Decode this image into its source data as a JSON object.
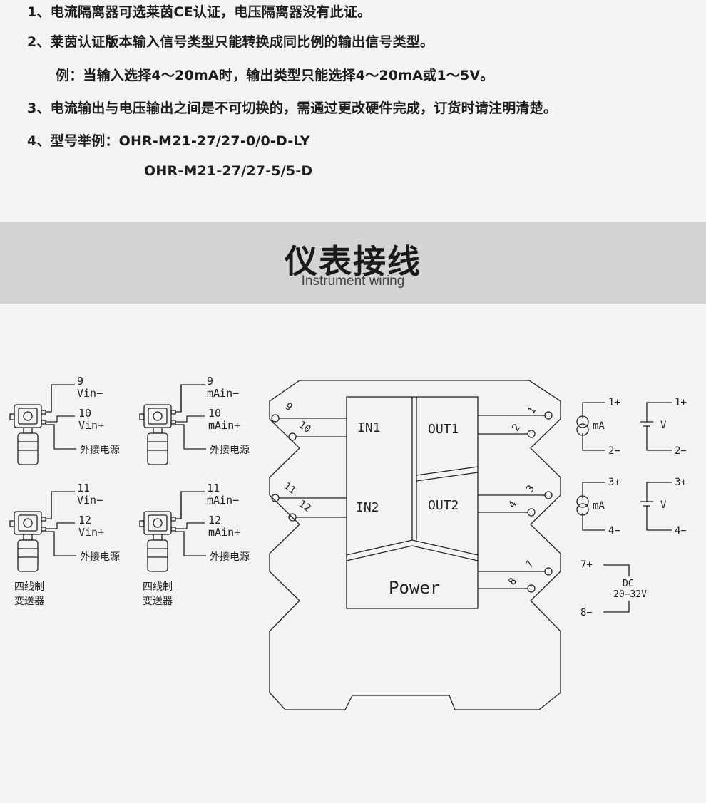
{
  "notes": [
    "1、电流隔离器可选莱茵CE认证，电压隔离器没有此证。",
    "2、莱茵认证版本输入信号类型只能转换成同比例的输出信号类型。",
    "例：当输入选择4～20mA时，输出类型只能选择4～20mA或1～5V。",
    "3、电流输出与电压输出之间是不可切换的，需通过更改硬件完成，订货时请注明清楚。",
    "4、型号举例：OHR-M21-27/27-0/0-D-LY",
    "OHR-M21-27/27-5/5-D"
  ],
  "banner": {
    "title": "仪表接线",
    "subtitle": "Instrument wiring"
  },
  "sensors": [
    {
      "top_num": "9",
      "top_label": "Vin−",
      "mid_num": "10",
      "mid_label": "Vin+",
      "ext_label": "外接电源"
    },
    {
      "top_num": "9",
      "top_label": "mAin−",
      "mid_num": "10",
      "mid_label": "mAin+",
      "ext_label": "外接电源"
    },
    {
      "top_num": "11",
      "top_label": "Vin−",
      "mid_num": "12",
      "mid_label": "Vin+",
      "ext_label": "外接电源"
    },
    {
      "top_num": "11",
      "top_label": "mAin−",
      "mid_num": "12",
      "mid_label": "mAin+",
      "ext_label": "外接电源"
    }
  ],
  "transmitter_caption": [
    "四线制",
    "变送器"
  ],
  "module": {
    "in1": "IN1",
    "in2": "IN2",
    "out1": "OUT1",
    "out2": "OUT2",
    "power": "Power",
    "terminals": [
      "9",
      "10",
      "11",
      "12",
      "1",
      "2",
      "3",
      "4",
      "7",
      "8"
    ]
  },
  "outputs": {
    "ch1": {
      "plus": "1+",
      "minus": "2−"
    },
    "ch2": {
      "plus": "3+",
      "minus": "4−"
    },
    "current_unit": "mA",
    "voltage_unit": "V"
  },
  "supply": {
    "plus": "7+",
    "minus": "8−",
    "type": "DC",
    "range": "20−32V"
  }
}
